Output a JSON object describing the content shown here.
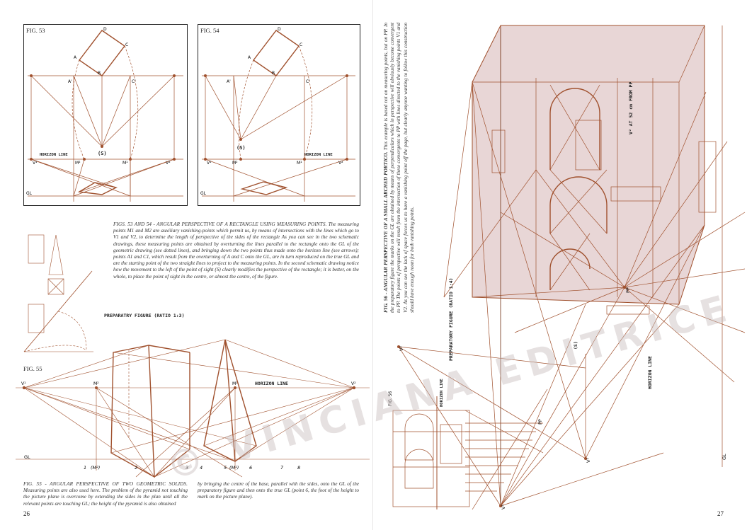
{
  "left_page": {
    "page_number": "26",
    "fig53": {
      "label": "FIG. 53",
      "points": {
        "a": "A",
        "b": "B",
        "c": "C",
        "d": "D",
        "a1": "A'",
        "c1": "C'",
        "s": "(S)",
        "m2": "M²",
        "m1": "M¹",
        "v1": "V¹",
        "v2": "V²",
        "gl": "GL"
      },
      "horizon_label": "HORIZON LINE"
    },
    "fig54": {
      "label": "FIG. 54",
      "points": {
        "a": "A",
        "b": "B",
        "c": "C",
        "d": "D",
        "a1": "A'",
        "c1": "C'",
        "s": "(S)",
        "m2": "M²",
        "m1": "M¹",
        "v1": "V¹",
        "v2": "V²",
        "gl": "GL"
      },
      "horizon_label": "HORIZON LINE"
    },
    "caption_53_54": {
      "title": "FIGS. 53 AND 54 - ANGULAR PERSPECTIVE OF A RECTANGLE USING MEASURING POINTS.",
      "text": "The measuring points M1 and M2 are auxiliary vanishing-points which permit us, by means of intersections with the lines which go to V1 and V2, to determine the length of perspective of the sides of the rectangle As you can see in the two schematic drawings, these measuring points are obtained by overturning the lines parallel to the rectangle onto the GL of the geometric drawing (see dotted lines), and bringing down the two points thus made onto the horizon line (see arrows); points A1 and C1, which result from the overturning of A and C onto the GL, are in turn reproduced on the true GL and are the starting point of the two straight lines to project to the measuring points. In the second schematic drawing notice how the movement to the left of the point of sight (S) clearly modifies the perspective of the rectangle; it is better, on the whole, to place the point of sight in the centre, or almost the centre, of the figure."
    },
    "fig55": {
      "label": "FIG. 55",
      "preparatory": "PREPARATRY FIGURE (RATIO 1:3)",
      "horizon_label": "HORIZON LINE",
      "gl": "GL",
      "v1": "V¹",
      "v2": "V²",
      "m1": "M¹",
      "m2": "M²",
      "ticks": [
        "1",
        "(M²)",
        "2",
        "3",
        "4",
        "5",
        "(M¹)",
        "6",
        "7",
        "8"
      ]
    },
    "caption_55": {
      "title": "FIG. 55 - ANGULAR PERSPECTIVE OF TWO GEOMETRIC SOLIDS.",
      "text_a": "Measuring points are also used here. The problem of the pyramid not touching the picture plane is overcome by extending the sides in the plan until all the relevant points are touching GL; the height of the pyramid is also obtained",
      "text_b": "by bringing the centre of the base, parallel with the sides, onto the GL of the preparatory figure and then onto the true GL (point 6, the foot of the height to mark on the picture plane)."
    }
  },
  "right_page": {
    "page_number": "27",
    "caption_56": {
      "title": "FIG. 56 - ANGULAR PERSPECTIVE OF A SMALL ARCHED PORTICO.",
      "text": "This example is based not on measuring points, but on PP. In the preparatory figure the marks on the GL are obtained by means of perpendiculars which in perspective will obviously become convergent to PP. The points of perspective will result from the intersection of these convergents to PP with lines directed to the vanishing points V1 and V2. As you can see the lack of space forces us to have a vanishing point off the page, but clearly anyone wanting to follow this construction should have enough room for both vanishing points."
    },
    "fig56": {
      "label": "FIG. 56",
      "v2_note": "V² AT 52 cm FROM PP",
      "preparatory": "PREPARATORY FIGURE (RATIO 1:4)",
      "horizon_label": "HORIZON LINE",
      "horizon_small": "HORIZON LINE",
      "pp": "PP",
      "pp2": "PP",
      "s": "(S)",
      "v1": "V¹",
      "v2": "V²",
      "v_bottom": "V¹",
      "gl": "GL"
    }
  },
  "watermark": "© VINCIANA EDITRICE S.A.S.",
  "colors": {
    "construction": "#a0512e",
    "ink": "#222222",
    "portico_fill": "#e8d6d6",
    "watermark": "#c8bcbc"
  }
}
